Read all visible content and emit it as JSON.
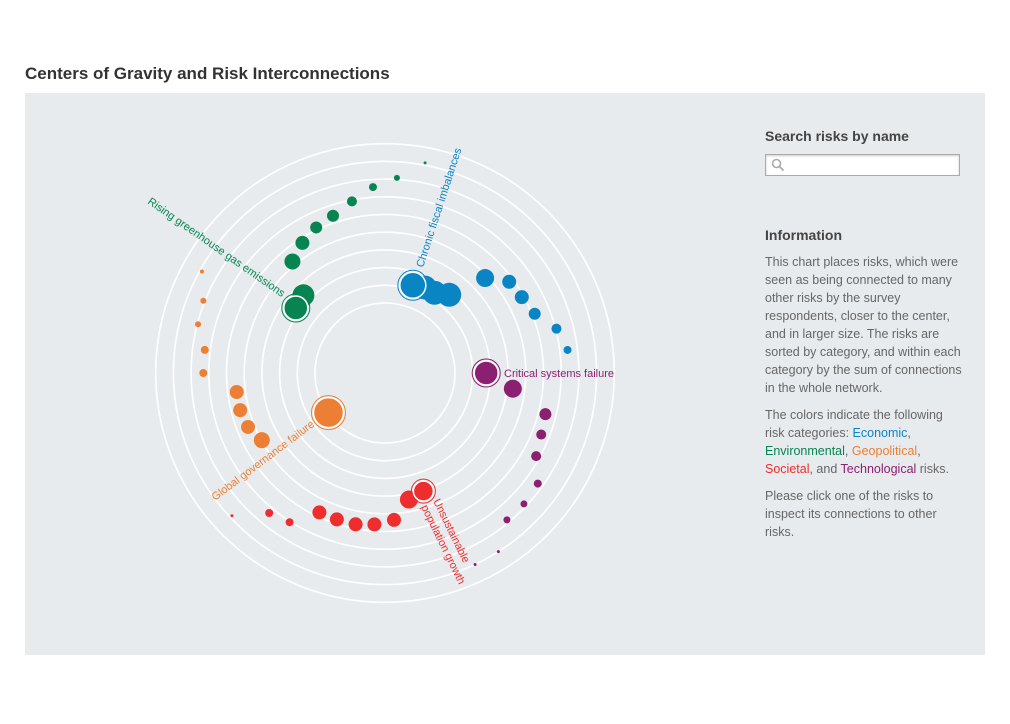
{
  "title": "Centers of Gravity and Risk Interconnections",
  "search": {
    "heading": "Search risks by name",
    "placeholder": ""
  },
  "info": {
    "heading": "Information",
    "p1": "This chart places risks, which were seen as being connected to many other risks by the survey respondents, closer to the center, and in larger size. The risks are sorted by category, and within each category by the sum of connections in the whole network.",
    "p2_pre": "The colors indicate the following risk categories: ",
    "cat_economic": "Economic",
    "cat_environmental": "Environmental",
    "cat_geopolitical": "Geopolitical",
    "cat_societal": "Societal",
    "cat_technological": "Technological",
    "sep": ", ",
    "and": ", and ",
    "p2_post": " risks.",
    "p3": "Please click one of the risks to inspect its connections to other risks."
  },
  "chart_data": {
    "type": "scatter",
    "polar": true,
    "rings": 10,
    "colors": {
      "Economic": "#0a85c4",
      "Environmental": "#078451",
      "Geopolitical": "#ec7f33",
      "Societal": "#ee2d2e",
      "Technological": "#8b2070"
    },
    "labels": {
      "Environmental": "Rising greenhouse gas emissions",
      "Economic": "Chronic fiscal imbalances",
      "Technological": "Critical systems failure",
      "Geopolitical": "Global governance failure",
      "Societal_1": "Unsustainable",
      "Societal_2": "population growth"
    },
    "points": [
      {
        "c": "Environmental",
        "a": 10.8,
        "d": 9.3,
        "s": 1.5
      },
      {
        "c": "Environmental",
        "a": 3.5,
        "d": 8.5,
        "s": 3
      },
      {
        "c": "Environmental",
        "a": -3.7,
        "d": 8.1,
        "s": 4
      },
      {
        "c": "Environmental",
        "a": -10.9,
        "d": 7.6,
        "s": 5
      },
      {
        "c": "Environmental",
        "a": -18.3,
        "d": 7.2,
        "s": 6
      },
      {
        "c": "Environmental",
        "a": -25.3,
        "d": 7.0,
        "s": 6
      },
      {
        "c": "Environmental",
        "a": -32.4,
        "d": 6.7,
        "s": 7
      },
      {
        "c": "Environmental",
        "a": -39.7,
        "d": 6.3,
        "s": 8
      },
      {
        "c": "Environmental",
        "a": -46.4,
        "d": 4.9,
        "s": 11
      },
      {
        "c": "Environmental",
        "a": -53.9,
        "d": 4.8,
        "s": 12,
        "hl": true
      },
      {
        "c": "Geopolitical",
        "a": -61,
        "d": 9.1,
        "s": 2
      },
      {
        "c": "Geopolitical",
        "a": -68.3,
        "d": 8.5,
        "s": 3
      },
      {
        "c": "Geopolitical",
        "a": -75.4,
        "d": 8.4,
        "s": 3
      },
      {
        "c": "Geopolitical",
        "a": -82.7,
        "d": 7.9,
        "s": 4
      },
      {
        "c": "Geopolitical",
        "a": -90,
        "d": 7.9,
        "s": 4
      },
      {
        "c": "Geopolitical",
        "a": -97.3,
        "d": 6.5,
        "s": 7
      },
      {
        "c": "Geopolitical",
        "a": -104.4,
        "d": 6.5,
        "s": 7
      },
      {
        "c": "Geopolitical",
        "a": -111.5,
        "d": 6.4,
        "s": 7
      },
      {
        "c": "Geopolitical",
        "a": -118.6,
        "d": 6.1,
        "s": 8
      },
      {
        "c": "Geopolitical",
        "a": -125,
        "d": 3.0,
        "s": 15,
        "hl": true
      },
      {
        "c": "Societal",
        "a": -133,
        "d": 9.1,
        "s": 1.5
      },
      {
        "c": "Societal",
        "a": -140.4,
        "d": 7.9,
        "s": 4
      },
      {
        "c": "Societal",
        "a": -147.4,
        "d": 7.7,
        "s": 4
      },
      {
        "c": "Societal",
        "a": -154.8,
        "d": 6.7,
        "s": 7
      },
      {
        "c": "Societal",
        "a": -161.8,
        "d": 6.7,
        "s": 7
      },
      {
        "c": "Societal",
        "a": -169,
        "d": 6.7,
        "s": 7
      },
      {
        "c": "Societal",
        "a": -176,
        "d": 6.6,
        "s": 7
      },
      {
        "c": "Societal",
        "a": 176.5,
        "d": 6.4,
        "s": 7
      },
      {
        "c": "Societal",
        "a": 169.3,
        "d": 5.6,
        "s": 9
      },
      {
        "c": "Societal",
        "a": 162,
        "d": 5.4,
        "s": 10,
        "hl": true
      },
      {
        "c": "Technological",
        "a": 154.8,
        "d": 9.2,
        "s": 1.5
      },
      {
        "c": "Technological",
        "a": 147.6,
        "d": 9.2,
        "s": 1.5
      },
      {
        "c": "Technological",
        "a": 140.3,
        "d": 8.3,
        "s": 3.5
      },
      {
        "c": "Technological",
        "a": 133.3,
        "d": 8.3,
        "s": 3.5
      },
      {
        "c": "Technological",
        "a": 125.9,
        "d": 8.2,
        "s": 4
      },
      {
        "c": "Technological",
        "a": 118.8,
        "d": 7.5,
        "s": 5
      },
      {
        "c": "Technological",
        "a": 111.5,
        "d": 7.3,
        "s": 5
      },
      {
        "c": "Technological",
        "a": 104.4,
        "d": 7.2,
        "s": 6
      },
      {
        "c": "Technological",
        "a": 97,
        "d": 5.6,
        "s": 9
      },
      {
        "c": "Technological",
        "a": 90,
        "d": 4.4,
        "s": 12,
        "hl": true
      },
      {
        "c": "Economic",
        "a": 82.8,
        "d": 8.0,
        "s": 4
      },
      {
        "c": "Economic",
        "a": 75.5,
        "d": 7.7,
        "s": 5
      },
      {
        "c": "Economic",
        "a": 68.4,
        "d": 7.0,
        "s": 6
      },
      {
        "c": "Economic",
        "a": 61,
        "d": 6.8,
        "s": 7
      },
      {
        "c": "Economic",
        "a": 53.7,
        "d": 6.7,
        "s": 7
      },
      {
        "c": "Economic",
        "a": 46.5,
        "d": 6.0,
        "s": 9
      },
      {
        "c": "Economic",
        "a": 39.4,
        "d": 4.4,
        "s": 12
      },
      {
        "c": "Economic",
        "a": 31.7,
        "d": 4.1,
        "s": 12
      },
      {
        "c": "Economic",
        "a": 25,
        "d": 4.1,
        "s": 12
      },
      {
        "c": "Economic",
        "a": 17.6,
        "d": 4.0,
        "s": 13,
        "hl": true
      }
    ]
  }
}
